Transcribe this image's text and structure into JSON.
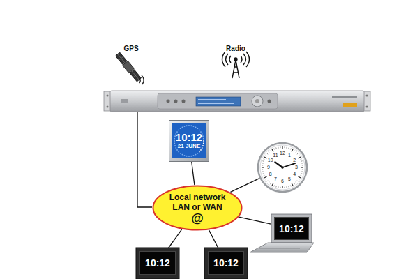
{
  "diagram": {
    "nodes": [
      {
        "text": [
          "10:12",
          "21 JUNE"
        ]
      },
      {
        "text": [
          "12",
          "1",
          "2",
          "3",
          "4",
          "5",
          "6",
          "7",
          "8",
          "9",
          "10",
          "11"
        ]
      },
      {
        "text": [
          "Local network LAN or WAN",
          "@"
        ]
      },
      {
        "text": [
          "10:12"
        ]
      },
      {
        "text": [
          "10:12"
        ]
      },
      {
        "text": [
          "10:12"
        ]
      }
    ],
    "edges": [
      {
        "from": 2,
        "to": 0,
        "arrow": "none"
      },
      {
        "from": 2,
        "to": 1,
        "arrow": "none"
      },
      {
        "from": 2,
        "to": 3,
        "arrow": "none"
      },
      {
        "from": 2,
        "to": 4,
        "arrow": "none"
      },
      {
        "from": 2,
        "to": 5,
        "arrow": "none"
      }
    ],
    "labels": [
      "GPS",
      "Radio"
    ]
  }
}
